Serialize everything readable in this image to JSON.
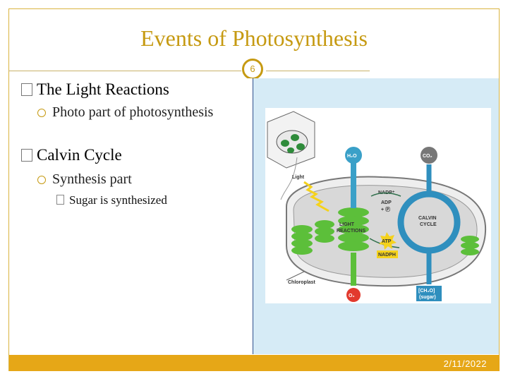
{
  "slide": {
    "title": "Events of Photosynthesis",
    "number": "6",
    "date": "2/11/2022"
  },
  "content": {
    "items": [
      {
        "level": 1,
        "bullet_glyph": "�",
        "text": "The Light Reactions"
      },
      {
        "level": 2,
        "text": "Photo part of photosynthesis"
      },
      {
        "level": 1,
        "bullet_glyph": "�",
        "text": "Calvin Cycle"
      },
      {
        "level": 2,
        "text": "Synthesis part"
      },
      {
        "level": 3,
        "bullet_glyph": "�",
        "text": "Sugar is synthesized"
      }
    ]
  },
  "diagram": {
    "labels": {
      "h2o": "H₂O",
      "co2": "CO₂",
      "light": "Light",
      "nadp": "NADP⁺",
      "adp": "ADP",
      "pi": "+ Ⓟ",
      "light_reactions_1": "LIGHT",
      "light_reactions_2": "REACTIONS",
      "calvin_1": "CALVIN",
      "calvin_2": "CYCLE",
      "atp": "ATP",
      "nadph": "NADPH",
      "chloroplast": "Chloroplast",
      "o2": "O₂",
      "sugar_1": "[CH₂O]",
      "sugar_2": "(sugar)"
    },
    "colors": {
      "accent": "#c69a12",
      "footer": "#e6a717",
      "panel": "#d6ebf6",
      "water_arrow": "#3aa0c8",
      "calvin_arrow": "#2f8fbe",
      "thylakoid": "#5cbf3a",
      "o2_circle": "#e23a2e",
      "co2_circle": "#777777",
      "atp_star": "#f5d21c"
    }
  }
}
